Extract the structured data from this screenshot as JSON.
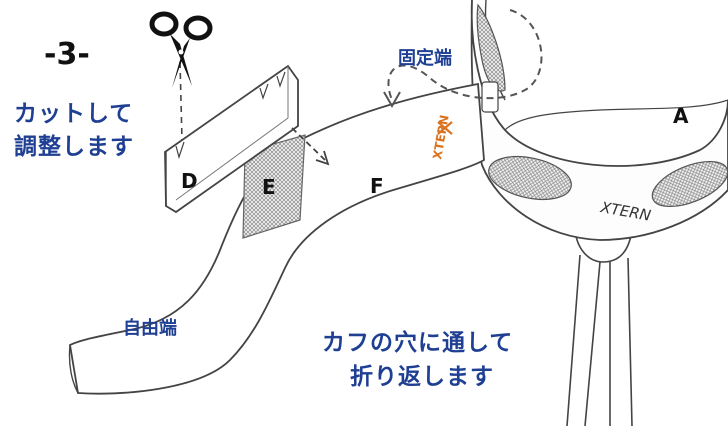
{
  "step_label": "-3-",
  "instructions": {
    "cut_line1": "カットして",
    "cut_line2": "調整します",
    "thread_line1": "カフの穴に通して",
    "thread_line2": "折り返します"
  },
  "ends": {
    "fixed": "固定端",
    "free": "自由端"
  },
  "parts": {
    "a": "A",
    "d": "D",
    "e": "E",
    "f": "F"
  },
  "brand_text": "XTERN",
  "icons": [
    "scissors-icon",
    "dashed-arrow-icon",
    "curved-arrow-icon"
  ],
  "colors": {
    "label_blue": "#1f3f93",
    "outline": "#444444",
    "mesh": "#c8c8c8",
    "brand_orange": "#d9731f"
  }
}
